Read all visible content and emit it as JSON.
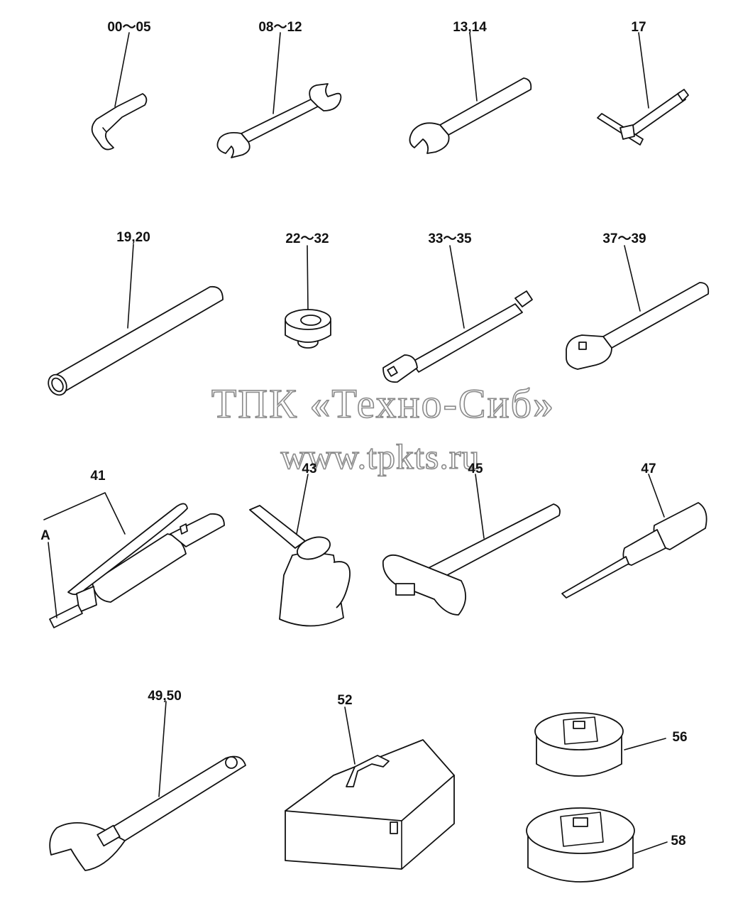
{
  "labels": {
    "tool_00_05": "00～05",
    "tool_08_12": "08～12",
    "tool_13_14": "13,14",
    "tool_17": "17",
    "tool_19_20": "19,20",
    "tool_22_32": "22～32",
    "tool_33_35": "33～35",
    "tool_37_39": "37～39",
    "tool_41": "41",
    "tool_41_detail": "A",
    "tool_43": "43",
    "tool_45": "45",
    "tool_47": "47",
    "tool_49_50": "49,50",
    "tool_52": "52",
    "tool_56": "56",
    "tool_58": "58"
  },
  "watermark": {
    "line1": "ТПК «Техно-Сиб»",
    "line2": "www.tpkts.ru"
  }
}
